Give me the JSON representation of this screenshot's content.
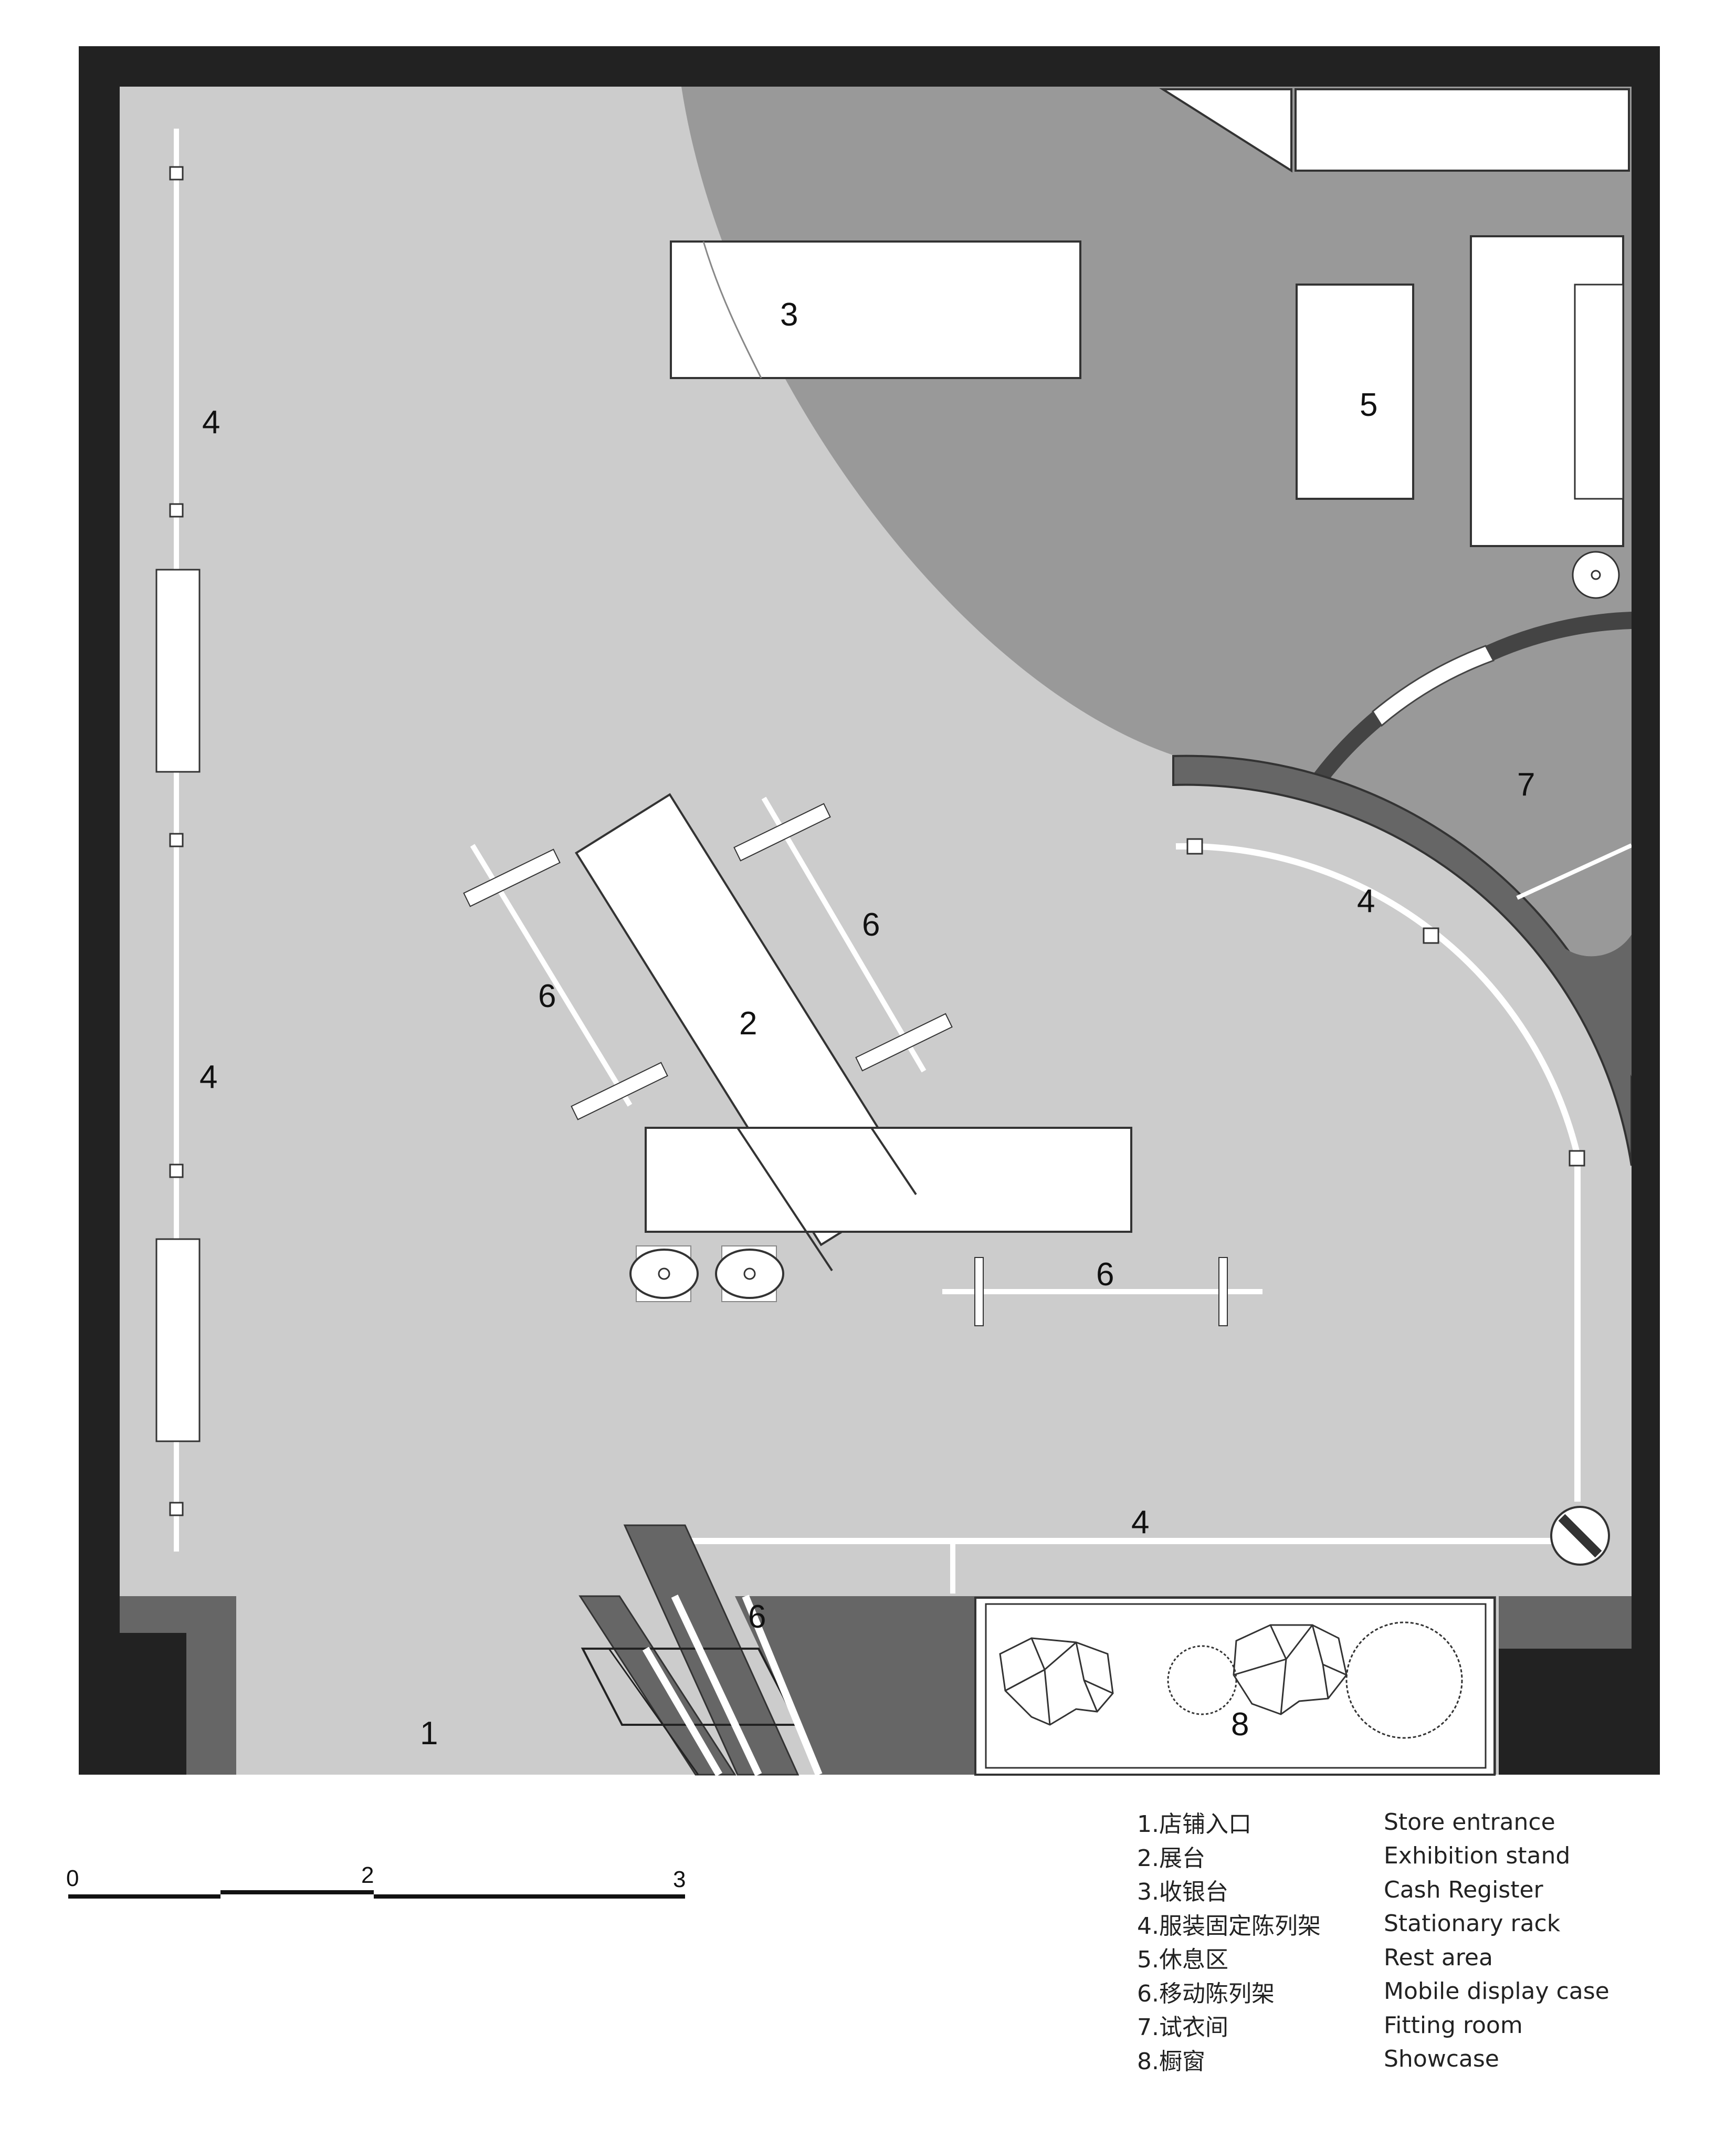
{
  "labels": {
    "entrance": "1",
    "exhibition_stand": "2",
    "cash_register": "3",
    "rack_left_upper": "4",
    "rack_left_lower": "4",
    "rack_curved": "4",
    "rack_bottom": "4",
    "rest_area": "5",
    "mobile_left": "6",
    "mobile_right": "6",
    "mobile_center": "6",
    "mobile_entrance": "6",
    "fitting_room": "7",
    "showcase": "8"
  },
  "scale_bar": {
    "ticks": [
      "0",
      "2",
      "3"
    ]
  },
  "legend": [
    {
      "cn": "1.店铺入口",
      "en": "Store entrance"
    },
    {
      "cn": "2.展台",
      "en": "Exhibition stand"
    },
    {
      "cn": "3.收银台",
      "en": "Cash Register"
    },
    {
      "cn": "4.服装固定陈列架",
      "en": "Stationary rack"
    },
    {
      "cn": "5.休息区",
      "en": "Rest area"
    },
    {
      "cn": "6.移动陈列架",
      "en": "Mobile display case"
    },
    {
      "cn": "7.试衣间",
      "en": "Fitting room"
    },
    {
      "cn": "8.橱窗",
      "en": "Showcase"
    }
  ],
  "colors": {
    "wall": "#222222",
    "floor": "#cccccc",
    "rest_zone": "#999999",
    "dark_panel": "#666666",
    "fixture": "#ffffff"
  }
}
